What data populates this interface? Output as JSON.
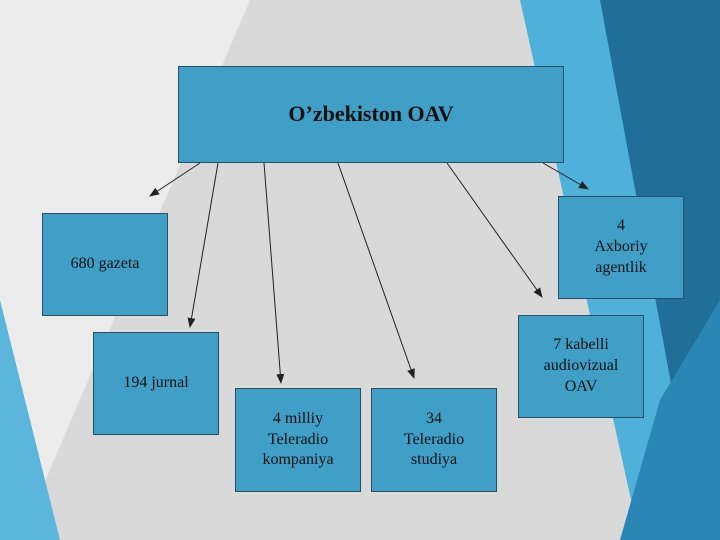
{
  "diagram": {
    "root": "O’zbekiston OAV",
    "nodes": {
      "gazeta": "680 gazeta",
      "jurnal": "194 jurnal",
      "teleradio_kompaniya": "4 milliy\nTeleradio\nkompaniya",
      "teleradio_studiya": "34\nTeleradio\nstudiya",
      "kabelli": "7 kabelli\naudiovizual\nOAV",
      "axborot": "4\nAxboriy\nagentlik"
    }
  },
  "colors": {
    "box_fill": "#3f9fc6",
    "box_border": "#2b4f66",
    "background": "#dcdcdc",
    "accent_dark": "#1f6f99",
    "accent_light": "#5cb6dc"
  }
}
